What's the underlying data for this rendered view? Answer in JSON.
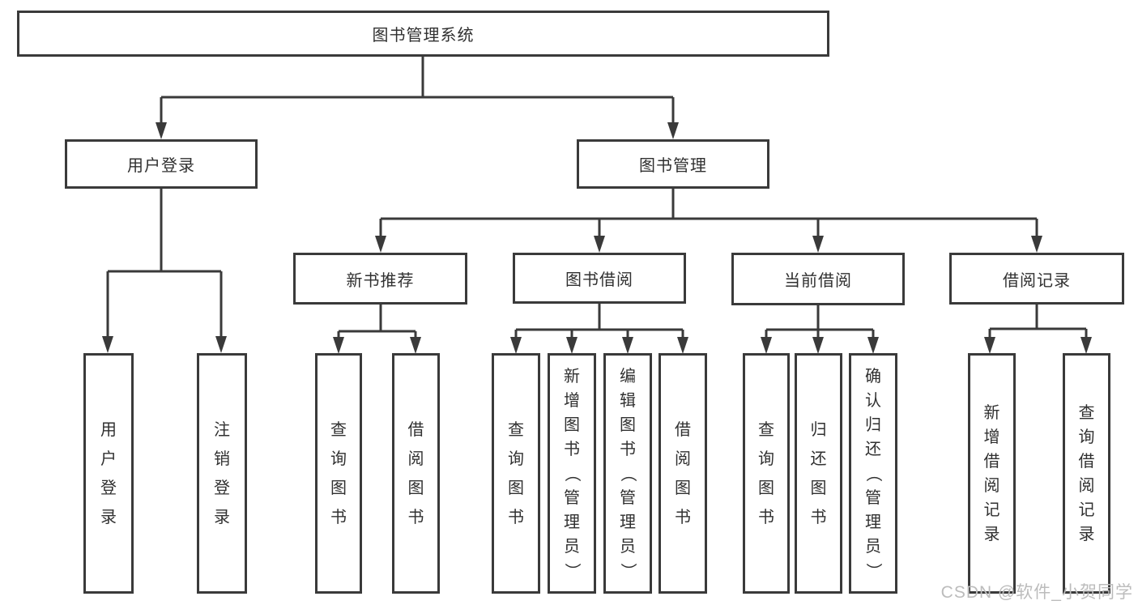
{
  "diagram_title": "图书管理系统",
  "tree": {
    "label": "图书管理系统",
    "children": [
      {
        "label": "用户登录",
        "children": [
          {
            "label": "用户登录"
          },
          {
            "label": "注销登录"
          }
        ]
      },
      {
        "label": "图书管理",
        "children": [
          {
            "label": "新书推荐",
            "children": [
              {
                "label": "查询图书"
              },
              {
                "label": "借阅图书"
              }
            ]
          },
          {
            "label": "图书借阅",
            "children": [
              {
                "label": "查询图书"
              },
              {
                "label": "新增图书（管理员）"
              },
              {
                "label": "编辑图书（管理员）"
              },
              {
                "label": "借阅图书"
              }
            ]
          },
          {
            "label": "当前借阅",
            "children": [
              {
                "label": "查询图书"
              },
              {
                "label": "归还图书"
              },
              {
                "label": "确认归还（管理员）"
              }
            ]
          },
          {
            "label": "借阅记录",
            "children": [
              {
                "label": "新增借阅记录"
              },
              {
                "label": "查询借阅记录"
              }
            ]
          }
        ]
      }
    ]
  },
  "watermark": {
    "text": "CSDN @软件_小贺同学"
  },
  "colors": {
    "line": "#3a3a3a",
    "text": "#303030",
    "watermark": "#bcbcbc",
    "background": "#ffffff"
  }
}
